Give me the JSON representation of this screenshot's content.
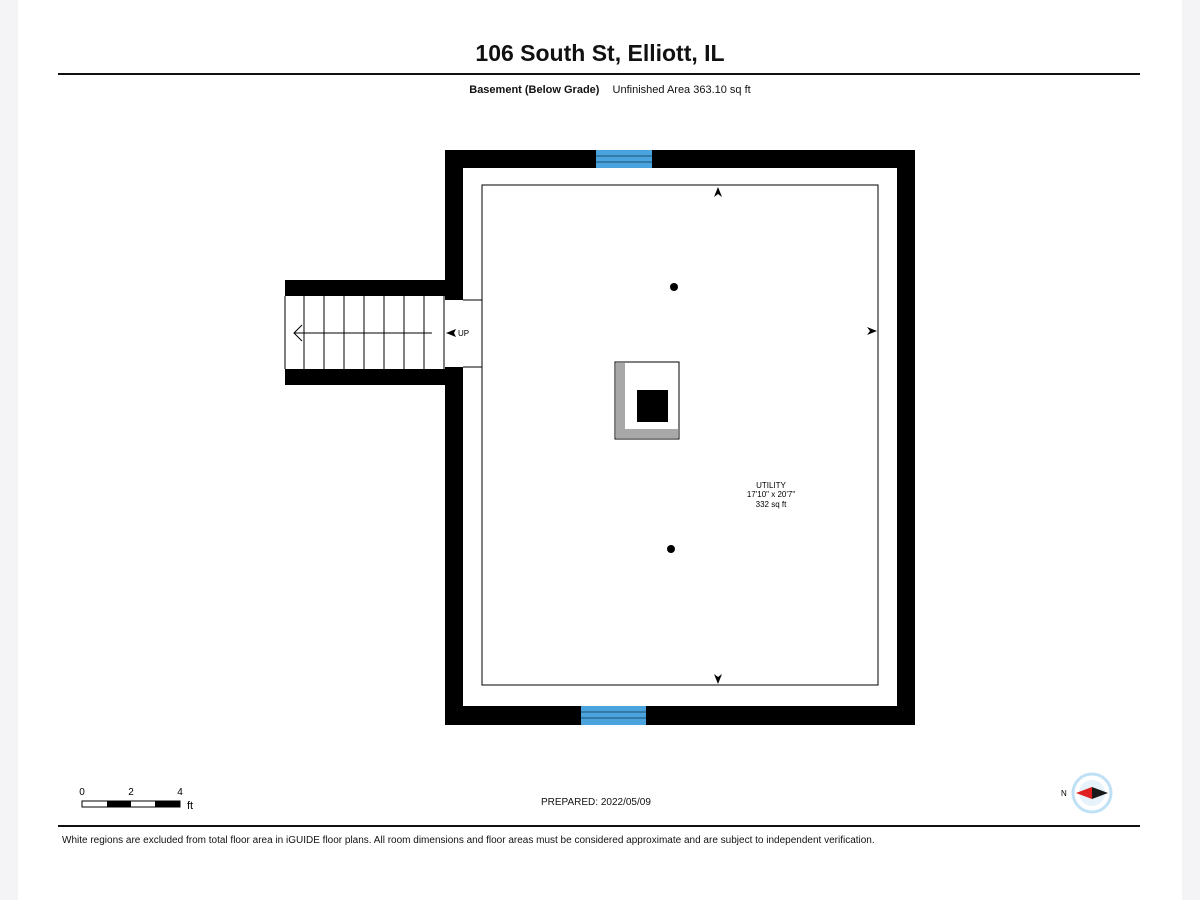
{
  "header": {
    "title": "106 South St, Elliott, IL",
    "floor_label": "Basement (Below Grade)",
    "area_label": "Unfinished Area 363.10 sq ft"
  },
  "room": {
    "name": "UTILITY",
    "dimensions": "17'10\" x 20'7\"",
    "area": "332 sq ft"
  },
  "stairs": {
    "label": "UP"
  },
  "scale_bar": {
    "ticks": [
      "0",
      "2",
      "4"
    ],
    "unit": "ft"
  },
  "compass": {
    "label": "N",
    "needle_color": "#e02020"
  },
  "footer": {
    "prepared": "PREPARED: 2022/05/09",
    "disclaimer": "White regions are excluded from total floor area in iGUIDE floor plans. All room dimensions and floor areas must be considered approximate and are subject to independent verification."
  },
  "colors": {
    "wall": "#000000",
    "window": "#4aa3dd",
    "chimney_shadow": "#a8a8a8"
  }
}
